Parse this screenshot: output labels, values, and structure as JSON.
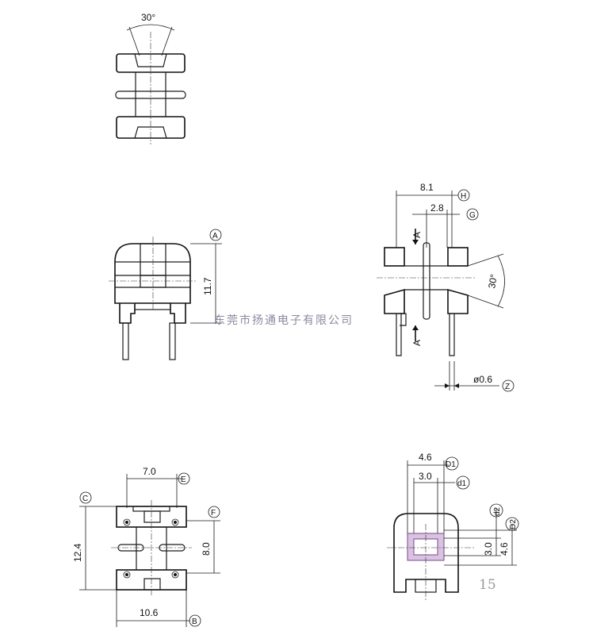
{
  "top_view": {
    "angle_label": "30°"
  },
  "front_view": {
    "height_label": "11.7",
    "callout": "A"
  },
  "side_view": {
    "width_label": "8.1",
    "width_callout": "H",
    "inner_label": "2.8",
    "inner_callout": "G",
    "angle_label": "30°",
    "section_mark": "A",
    "pin_label": "ø0.6",
    "pin_callout": "Z"
  },
  "bottom_view": {
    "height_label": "12.4",
    "height_callout": "C",
    "top_width_label": "7.0",
    "top_width_callout": "E",
    "pin_span_label": "8.0",
    "pin_span_callout": "F",
    "width_label": "10.6",
    "width_callout": "B"
  },
  "section_view": {
    "outer_width_label": "4.6",
    "outer_width_callout": "D1",
    "inner_width_label": "3.0",
    "inner_width_callout": "d1",
    "inner_height_label": "3.0",
    "inner_height_callout": "d2",
    "outer_height_label": "4.6",
    "outer_height_callout": "D2"
  },
  "watermark": "东莞市扬通电子有限公司",
  "page_number": "15"
}
